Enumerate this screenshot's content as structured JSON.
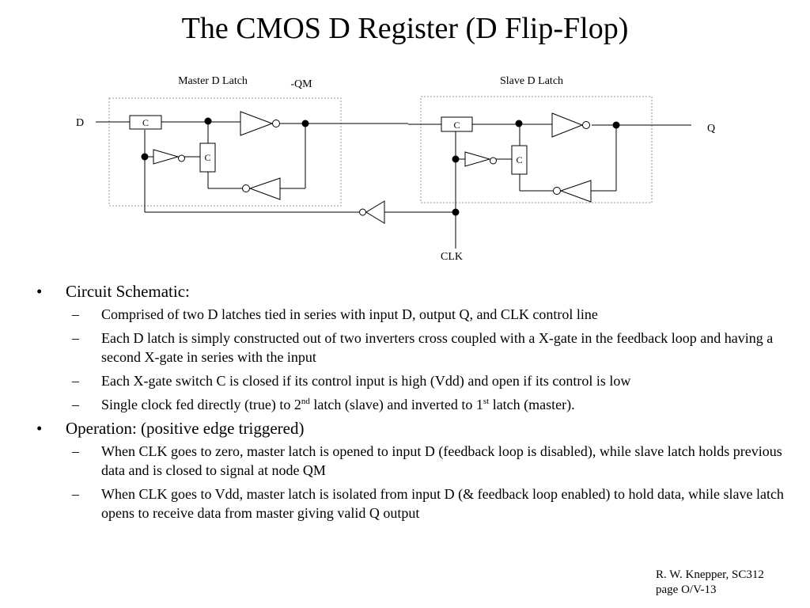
{
  "title": "The CMOS D Register (D Flip-Flop)",
  "diagram": {
    "label_master": "Master D Latch",
    "label_slave": "Slave D Latch",
    "label_qm": "-QM",
    "label_d": "D",
    "label_q": "Q",
    "label_clk": "CLK",
    "switch_label": "C"
  },
  "bullets": [
    {
      "text": "Circuit Schematic:",
      "subs": [
        {
          "parts": [
            "Comprised of two D latches tied in series with input D, output Q, and CLK control line"
          ]
        },
        {
          "parts": [
            "Each D latch is simply constructed out of two inverters cross coupled with a X-gate in the feedback loop and having a second X-gate in series with the input"
          ]
        },
        {
          "parts": [
            "Each X-gate switch C is closed if its control input is high (Vdd) and open if its control is low"
          ]
        },
        {
          "parts": [
            "Single clock fed directly (true) to 2",
            "nd",
            " latch (slave) and inverted to 1",
            "st",
            " latch (master)."
          ]
        }
      ]
    },
    {
      "text": "Operation:  (positive edge triggered)",
      "subs": [
        {
          "parts": [
            "When CLK goes to zero, master latch is opened to input D (feedback loop is disabled), while slave latch holds previous data and is closed to signal at node QM"
          ]
        },
        {
          "parts": [
            "When CLK goes to Vdd, master latch is isolated from input D (& feedback loop enabled) to hold data, while slave latch opens to receive data from master giving valid Q output"
          ]
        }
      ]
    }
  ],
  "footer": {
    "line1": "R. W. Knepper, SC312",
    "line2": "page O/V-13"
  }
}
